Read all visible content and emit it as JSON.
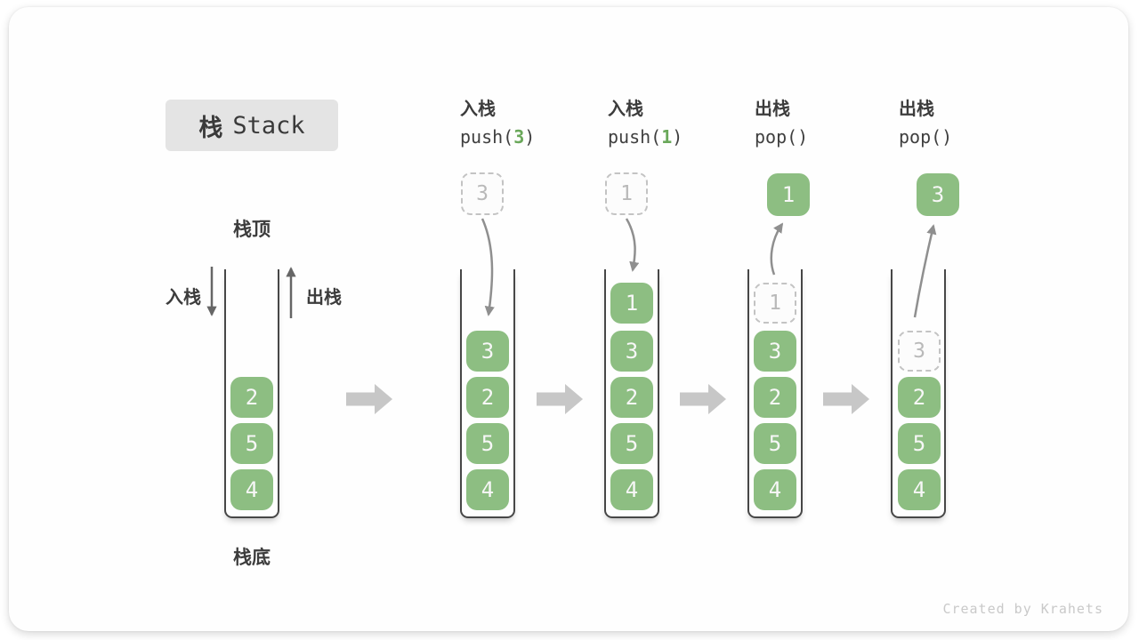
{
  "title": {
    "zh": "栈",
    "en": "Stack"
  },
  "labels": {
    "stack_top": "栈顶",
    "stack_bottom": "栈底",
    "push": "入栈",
    "pop": "出栈"
  },
  "operations": [
    {
      "label": "入栈",
      "code_pre": "push(",
      "code_arg": "3",
      "code_post": ")"
    },
    {
      "label": "入栈",
      "code_pre": "push(",
      "code_arg": "1",
      "code_post": ")"
    },
    {
      "label": "出栈",
      "code_pre": "pop(",
      "code_arg": "",
      "code_post": ")"
    },
    {
      "label": "出栈",
      "code_pre": "pop(",
      "code_arg": "",
      "code_post": ")"
    }
  ],
  "stacks": [
    {
      "blocks": [
        "2",
        "5",
        "4"
      ]
    },
    {
      "incoming": "3",
      "blocks": [
        "3",
        "2",
        "5",
        "4"
      ]
    },
    {
      "incoming": "1",
      "blocks": [
        "1",
        "3",
        "2",
        "5",
        "4"
      ]
    },
    {
      "popped": "1",
      "ghost": "1",
      "blocks": [
        "3",
        "2",
        "5",
        "4"
      ]
    },
    {
      "popped": "3",
      "ghost": "3",
      "blocks": [
        "2",
        "5",
        "4"
      ]
    }
  ],
  "watermark": "Created by Krahets",
  "colors": {
    "block_green": "#8dbe82",
    "code_green": "#6aa85a",
    "arrow_gray": "#8f8f8f",
    "side_arrow_gray": "#666666",
    "big_arrow_gray": "#c7c7c7",
    "text_dark": "#3c3c3c",
    "ghost_gray": "#b9b9b9"
  }
}
